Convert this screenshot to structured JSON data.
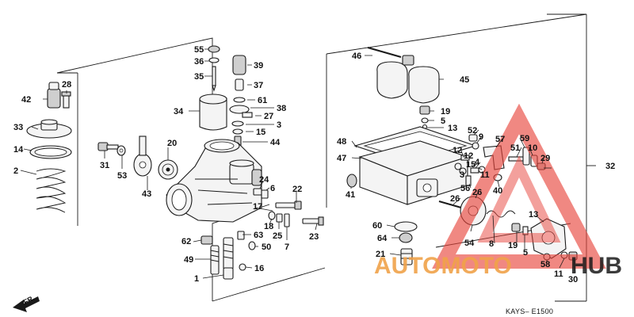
{
  "diagram_code": "KAYS– E1500",
  "direction_label": "FR.",
  "watermark": {
    "part1": "AUTOMOTO",
    "part2": "HUB",
    "color_red": "#e8453c",
    "color_orange": "#f0a24a",
    "color_black": "#1a1a1a"
  },
  "callouts": {
    "c55": "55",
    "c36": "36",
    "c35": "35",
    "c39": "39",
    "c37": "37",
    "c61": "61",
    "c38": "38",
    "c34": "34",
    "c27": "27",
    "c3a": "3",
    "c15a": "15",
    "c44": "44",
    "c42": "42",
    "c28": "28",
    "c33": "33",
    "c14": "14",
    "c2": "2",
    "c31": "31",
    "c53": "53",
    "c43": "43",
    "c20": "20",
    "c24": "24",
    "c6": "6",
    "c22": "22",
    "c17": "17",
    "c18": "18",
    "c25": "25",
    "c7": "7",
    "c23": "23",
    "c62": "62",
    "c63": "63",
    "c50": "50",
    "c49": "49",
    "c16": "16",
    "c1": "1",
    "c46": "46",
    "c45": "45",
    "c19a": "19",
    "c5a": "5",
    "c13a": "13",
    "c48": "48",
    "c47": "47",
    "c41": "41",
    "c52": "52",
    "c9": "9",
    "c12a": "12",
    "c12b": "12",
    "c57": "57",
    "c59": "59",
    "c51": "51",
    "c10": "10",
    "c15b": "15",
    "c3b": "3",
    "c4": "4",
    "c29": "29",
    "c11a": "11",
    "c56": "56",
    "c40": "40",
    "c26a": "26",
    "c26b": "26",
    "c32": "32",
    "c60": "60",
    "c64": "64",
    "c21": "21",
    "c54": "54",
    "c8": "8",
    "c13b": "13",
    "c19b": "19",
    "c5b": "5",
    "c58": "58",
    "c11b": "11",
    "c30": "30"
  }
}
